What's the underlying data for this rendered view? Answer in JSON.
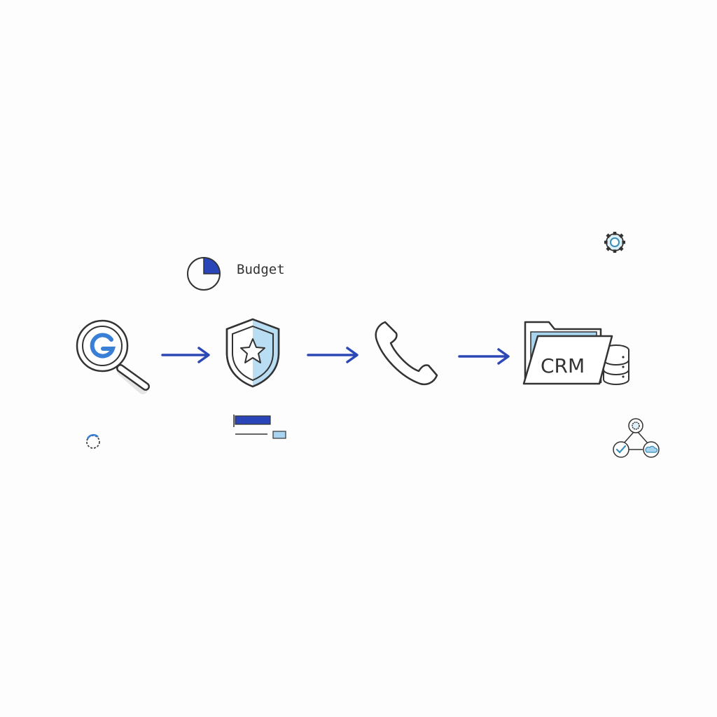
{
  "diagram": {
    "type": "flow",
    "colors": {
      "stroke": "#333333",
      "accent_dark": "#2a45b8",
      "accent_light": "#a8d4f0",
      "arrow": "#2c48b5"
    },
    "steps": [
      {
        "id": "search",
        "icon": "google-search-magnifier-icon",
        "glyph": "G"
      },
      {
        "id": "trust",
        "icon": "shield-star-icon"
      },
      {
        "id": "call",
        "icon": "phone-handset-icon"
      },
      {
        "id": "crm",
        "icon": "crm-folder-database-icon",
        "label": "CRM"
      }
    ],
    "arrows": 3,
    "annotations": {
      "budget_label": "Budget",
      "budget_pie_fraction": 0.25
    },
    "decorations": [
      "gear-icon",
      "loading-circle-icon",
      "bar-progress-icon",
      "integration-network-icon"
    ]
  }
}
